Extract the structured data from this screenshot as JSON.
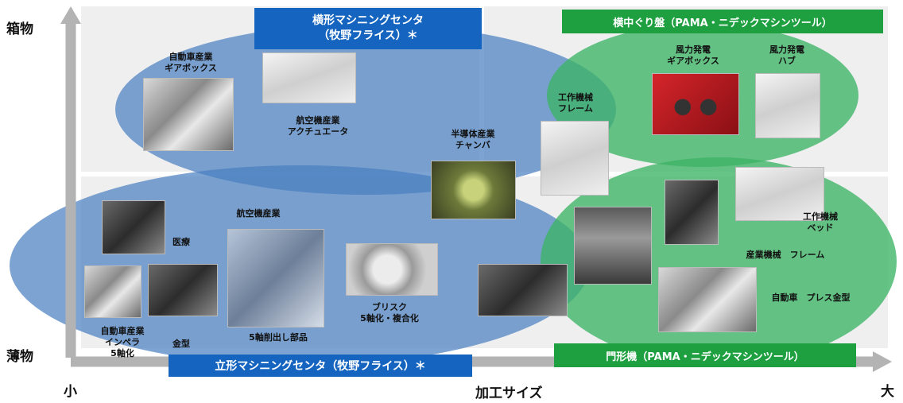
{
  "axes": {
    "y_top": "箱物",
    "y_bottom": "薄物",
    "x_left": "小",
    "x_center": "加工サイズ",
    "x_right": "大"
  },
  "banners": {
    "horizontal_mc": "横形マシニングセンタ\n（牧野フライス）＊",
    "vertical_mc": "立形マシニングセンタ（牧野フライス）＊",
    "boring": "横中ぐり盤（PAMA・ニデックマシンツール）",
    "gantry": "門形機（PAMA・ニデックマシンツール）"
  },
  "labels": {
    "auto_gearbox": "自動車産業\nギアボックス",
    "aero_actuator": "航空機産業\nアクチュエータ",
    "semicon_chamber": "半導体産業\nチャンバ",
    "machine_frame": "工作機械\nフレーム",
    "wind_gearbox": "風力発電\nギアボックス",
    "wind_hub": "風力発電\nハブ",
    "medical": "医療",
    "aerospace": "航空機産業",
    "impeller": "自動車産業\nインペラ\n5軸化",
    "mold": "金型",
    "five_axis_part": "5軸削出し部品",
    "blisk": "ブリスク\n5軸化・複合化",
    "machine_bed": "工作機械\nベッド",
    "industrial_frame": "産業機械　フレーム",
    "press_die": "自動車　プレス金型"
  },
  "colors": {
    "blue_ellipse": "#4a7fc1",
    "green_ellipse": "#3cb465",
    "blue_banner": "#1565c0",
    "green_banner": "#1ea040",
    "axis_arrow": "#b3b3b3",
    "region_bg": "#efefef"
  }
}
